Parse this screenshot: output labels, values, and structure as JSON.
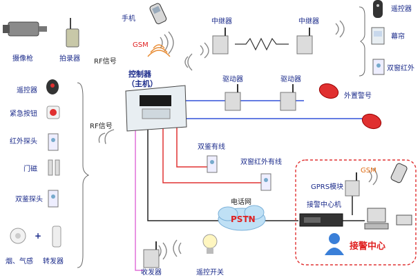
{
  "labels": {
    "camera": "摄像枪",
    "recorder": "拍录器",
    "phone": "手机",
    "gsm_top": "GSM",
    "rf_top": "RF信号",
    "rf_left": "RF信号",
    "controller_line1": "控制器",
    "controller_line2": "（主机）",
    "repeater1": "中继器",
    "repeater2": "中继器",
    "driver1": "驱动器",
    "driver2": "驱动器",
    "ext_alarm": "外置警号",
    "remote_right": "遥控器",
    "curtain": "幕帘",
    "dual_ir_right": "双窗红外",
    "remote_left": "遥控器",
    "panic_button": "紧急按钮",
    "ir_probe": "红外探头",
    "door_magnet": "门磁",
    "dual_probe": "双鉴探头",
    "smoke_gas": "烟、气感",
    "transponder": "转发器",
    "dual_wired": "双鉴有线",
    "dual_ir_wired": "双窗红外有线",
    "telephone_net": "电话网",
    "pstn": "PSTN",
    "gsm_center": "GSM",
    "gprs_module": "GPRS模块",
    "receiver_machine": "接警中心机",
    "alarm_center": "接警中心",
    "transceiver": "收发器",
    "remote_switch": "遥控开关",
    "plus": "+"
  },
  "colors": {
    "label_blue": "#1a2a8a",
    "line_blue": "#3050d8",
    "line_red": "#e03030",
    "line_pink": "#e070d8",
    "line_black": "#222222",
    "center_border": "#e03030",
    "pstn_cloud": "#bfe0f5"
  },
  "icons": [
    "camera-icon",
    "recorder-icon",
    "phone-icon",
    "controller-icon",
    "repeater-icon",
    "driver-icon",
    "siren-icon",
    "remote-icon",
    "curtain-icon",
    "ir-detector-icon",
    "panic-button-icon",
    "door-magnet-icon",
    "smoke-detector-icon",
    "cloud-icon",
    "rack-server-icon",
    "computer-icon",
    "printer-icon",
    "operator-icon",
    "lightbulb-icon",
    "transceiver-icon",
    "signal-wave-icon"
  ]
}
